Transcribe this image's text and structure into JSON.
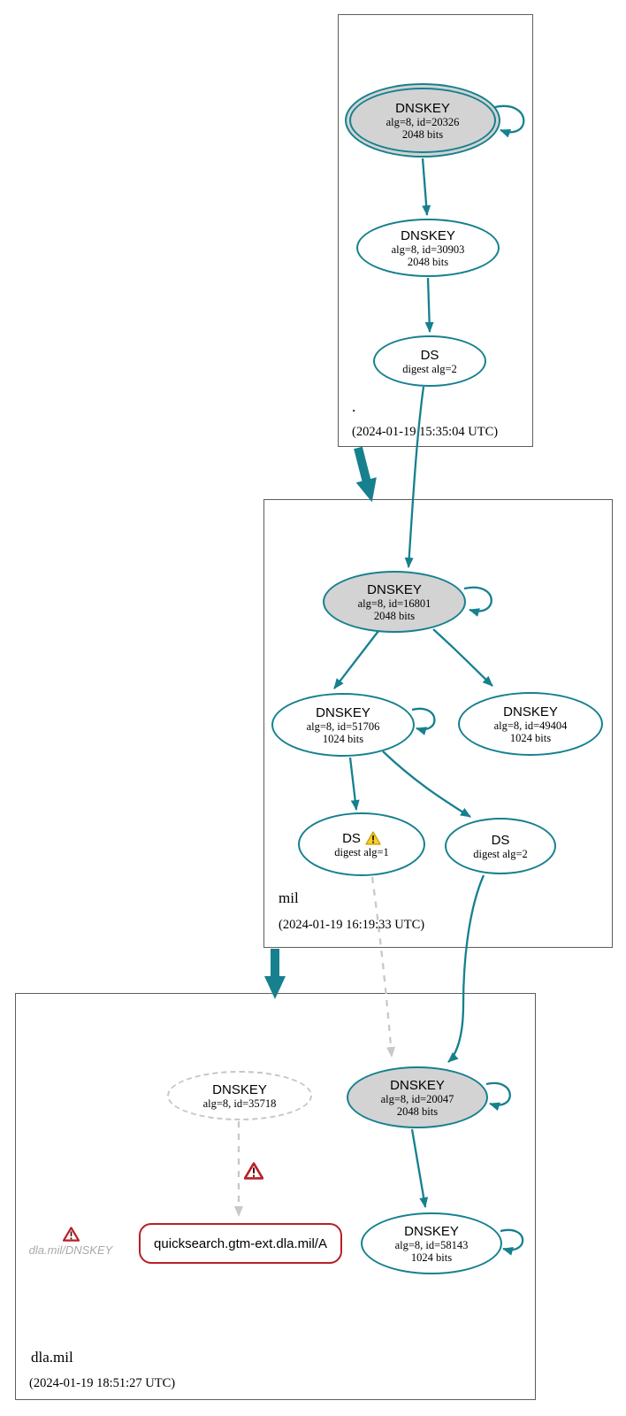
{
  "zones": [
    {
      "name": ".",
      "timestamp": "(2024-01-19 15:35:04 UTC)"
    },
    {
      "name": "mil",
      "timestamp": "(2024-01-19 16:19:33 UTC)"
    },
    {
      "name": "dla.mil",
      "timestamp": "(2024-01-19 18:51:27 UTC)"
    }
  ],
  "nodes": {
    "root_ksk": {
      "title": "DNSKEY",
      "alg": "alg=8, id=20326",
      "bits": "2048 bits"
    },
    "root_zsk": {
      "title": "DNSKEY",
      "alg": "alg=8, id=30903",
      "bits": "2048 bits"
    },
    "root_ds": {
      "title": "DS",
      "digest": "digest alg=2"
    },
    "mil_ksk": {
      "title": "DNSKEY",
      "alg": "alg=8, id=16801",
      "bits": "2048 bits"
    },
    "mil_zsk_51706": {
      "title": "DNSKEY",
      "alg": "alg=8, id=51706",
      "bits": "1024 bits"
    },
    "mil_zsk_49404": {
      "title": "DNSKEY",
      "alg": "alg=8, id=49404",
      "bits": "1024 bits"
    },
    "mil_ds_alg1": {
      "title": "DS",
      "digest": "digest alg=1"
    },
    "mil_ds_alg2": {
      "title": "DS",
      "digest": "digest alg=2"
    },
    "dla_dnskey_missing": {
      "title": "DNSKEY",
      "alg": "alg=8, id=35718"
    },
    "dla_ksk": {
      "title": "DNSKEY",
      "alg": "alg=8, id=20047",
      "bits": "2048 bits"
    },
    "dla_zsk": {
      "title": "DNSKEY",
      "alg": "alg=8, id=58143",
      "bits": "1024 bits"
    },
    "rrset": {
      "label": "quicksearch.gtm-ext.dla.mil/A"
    },
    "error_caption": {
      "label": "dla.mil/DNSKEY"
    }
  },
  "edges": [
    {
      "from": "root_ksk",
      "to": "root_ksk",
      "style": "secure-selfloop"
    },
    {
      "from": "root_ksk",
      "to": "root_zsk",
      "style": "secure"
    },
    {
      "from": "root_zsk",
      "to": "root_ds",
      "style": "secure"
    },
    {
      "from": "root_ds",
      "to": "mil_ksk",
      "style": "secure"
    },
    {
      "from": "zone-root",
      "to": "zone-mil",
      "style": "secure-thick"
    },
    {
      "from": "mil_ksk",
      "to": "mil_ksk",
      "style": "secure-selfloop"
    },
    {
      "from": "mil_ksk",
      "to": "mil_zsk_51706",
      "style": "secure"
    },
    {
      "from": "mil_ksk",
      "to": "mil_zsk_49404",
      "style": "secure"
    },
    {
      "from": "mil_zsk_51706",
      "to": "mil_zsk_51706",
      "style": "secure-selfloop"
    },
    {
      "from": "mil_zsk_51706",
      "to": "mil_ds_alg1",
      "style": "secure"
    },
    {
      "from": "mil_zsk_51706",
      "to": "mil_ds_alg2",
      "style": "secure"
    },
    {
      "from": "zone-mil",
      "to": "zone-dla.mil",
      "style": "secure-thick"
    },
    {
      "from": "mil_ds_alg1",
      "to": "dla_ksk",
      "style": "dashed-insecure"
    },
    {
      "from": "mil_ds_alg2",
      "to": "dla_ksk",
      "style": "secure"
    },
    {
      "from": "dla_ksk",
      "to": "dla_ksk",
      "style": "secure-selfloop"
    },
    {
      "from": "dla_ksk",
      "to": "dla_zsk",
      "style": "secure"
    },
    {
      "from": "dla_zsk",
      "to": "dla_zsk",
      "style": "secure-selfloop"
    },
    {
      "from": "dla_dnskey_missing",
      "to": "rrset",
      "style": "dashed-error"
    }
  ],
  "colors": {
    "secure": "#16808f",
    "node_fill": "#d3d3d3",
    "warning": "#ffce2e",
    "error": "#bb1f27",
    "insecure_dashed": "#c8c8c8"
  }
}
